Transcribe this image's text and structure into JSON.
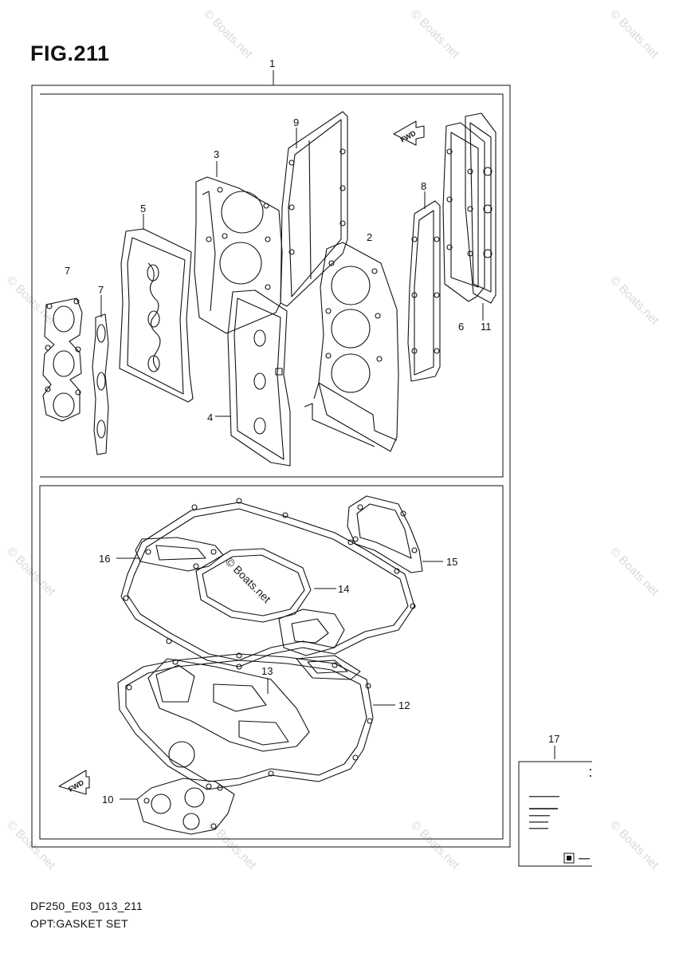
{
  "figure": {
    "title": "FIG.211",
    "diagram_code": "DF250_E03_013_211",
    "caption": "OPT:GASKET SET"
  },
  "callouts": [
    "1",
    "2",
    "3",
    "4",
    "5",
    "6",
    "7",
    "7",
    "8",
    "9",
    "10",
    "11",
    "12",
    "13",
    "14",
    "15",
    "16",
    "17"
  ],
  "direction_label": "FWD",
  "watermark": "© Boats.net",
  "colors": {
    "line": "#111111",
    "watermark": "#d9d9d9",
    "background": "#ffffff"
  }
}
